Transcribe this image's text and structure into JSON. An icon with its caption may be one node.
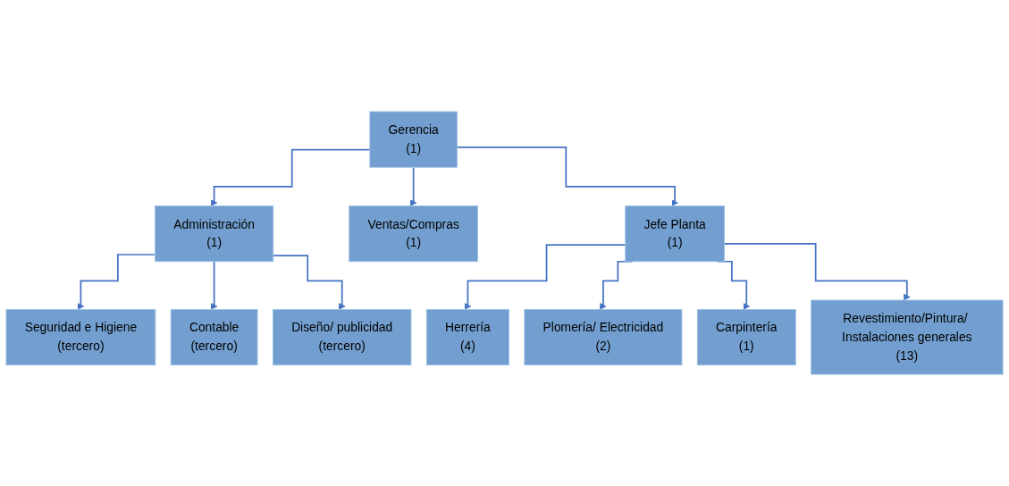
{
  "diagram": {
    "nodes": [
      {
        "text": [
          "Gerencia",
          "(1)"
        ]
      },
      {
        "text": [
          "Administración",
          "(1)"
        ]
      },
      {
        "text": [
          "Ventas/Compras",
          "(1)"
        ]
      },
      {
        "text": [
          "Jefe Planta",
          "(1)"
        ]
      },
      {
        "text": [
          "Seguridad e Higiene",
          "(tercero)"
        ]
      },
      {
        "text": [
          "Contable",
          "(tercero)"
        ]
      },
      {
        "text": [
          "Diseño/ publicidad",
          "(tercero)"
        ]
      },
      {
        "text": [
          "Herrería",
          "(4)"
        ]
      },
      {
        "text": [
          "Plomería/ Electricidad",
          "(2)"
        ]
      },
      {
        "text": [
          "Carpintería",
          "(1)"
        ]
      },
      {
        "text": [
          "Revestimiento/Pintura/ Instalaciones generales",
          "(13)"
        ]
      }
    ],
    "edges": [
      {
        "from": 0,
        "to": 1,
        "arrow": "to"
      },
      {
        "from": 0,
        "to": 2,
        "arrow": "to"
      },
      {
        "from": 0,
        "to": 3,
        "arrow": "to"
      },
      {
        "from": 1,
        "to": 4,
        "arrow": "to"
      },
      {
        "from": 1,
        "to": 5,
        "arrow": "to"
      },
      {
        "from": 1,
        "to": 6,
        "arrow": "to"
      },
      {
        "from": 3,
        "to": 7,
        "arrow": "to"
      },
      {
        "from": 3,
        "to": 8,
        "arrow": "to"
      },
      {
        "from": 3,
        "to": 9,
        "arrow": "to"
      },
      {
        "from": 3,
        "to": 10,
        "arrow": "to"
      }
    ]
  }
}
